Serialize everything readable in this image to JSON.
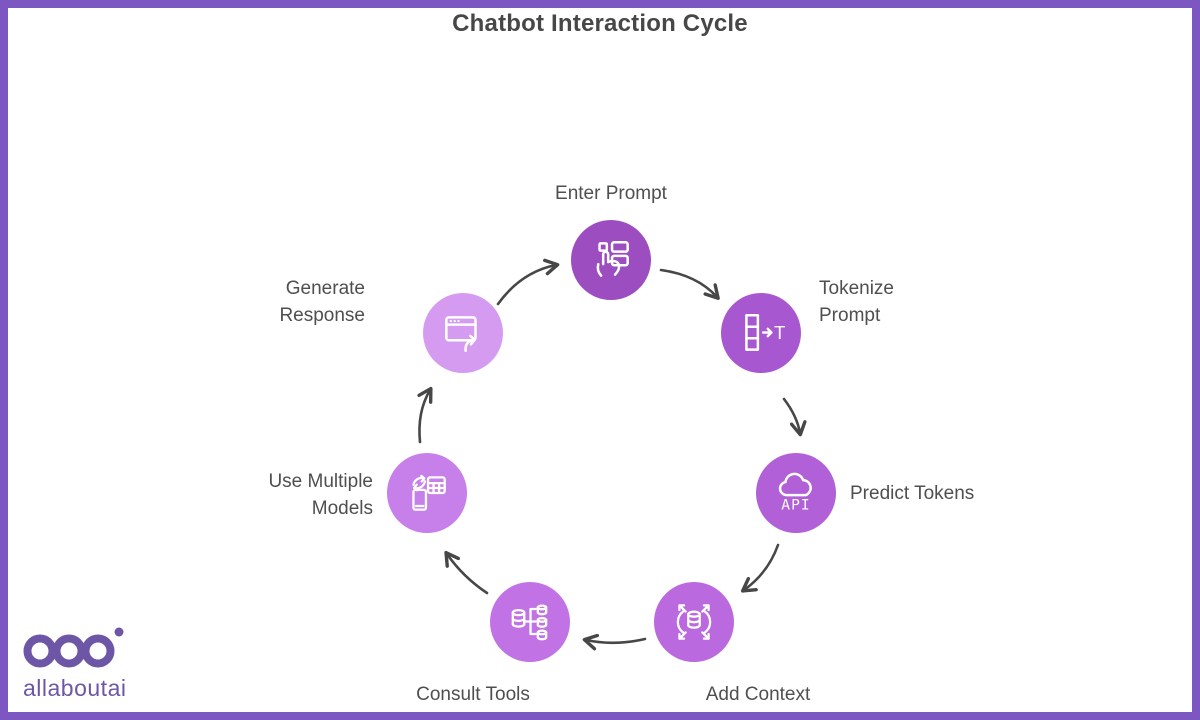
{
  "page": {
    "title": "Chatbot Interaction Cycle"
  },
  "theme": {
    "border_color": "#7d57c1",
    "background": "#ffffff",
    "title_color": "#474747",
    "label_color": "#4f4f4f",
    "arrow_color": "#474747",
    "icon_stroke": "#ffffff"
  },
  "diagram": {
    "steps": [
      {
        "label": "Enter Prompt",
        "icon": "hand-select-icon",
        "color": "#9c4ec1"
      },
      {
        "label": "Tokenize Prompt",
        "icon": "token-arrow-t-icon",
        "color": "#a757cf"
      },
      {
        "label": "Predict Tokens",
        "icon": "api-cloud-icon",
        "color": "#b160d8"
      },
      {
        "label": "Add Context",
        "icon": "database-expand-icon",
        "color": "#ba69df"
      },
      {
        "label": "Consult Tools",
        "icon": "database-branch-icon",
        "color": "#c173e6"
      },
      {
        "label": "Use Multiple Models",
        "icon": "device-sync-icon",
        "color": "#c77fea"
      },
      {
        "label": "Generate Response",
        "icon": "window-redo-icon",
        "color": "#d59bf1"
      }
    ],
    "token_letter": "T",
    "api_badge": "API"
  },
  "logo": {
    "brand": "allaboutai",
    "color": "#6e56a6"
  }
}
